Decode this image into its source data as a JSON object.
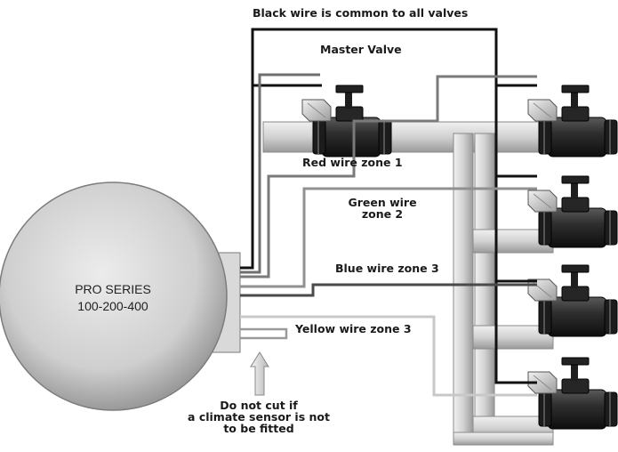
{
  "controller": {
    "line1": "PRO SERIES",
    "line2": "100-200-400"
  },
  "labels": {
    "black_wire": "Black wire is common to all valves",
    "master_valve": "Master Valve",
    "red_wire": "Red wire zone 1",
    "green_wire_1": "Green wire",
    "green_wire_2": "zone 2",
    "blue_wire": "Blue wire zone 3",
    "yellow_wire": "Yellow wire zone 3",
    "note_1": "Do not cut if",
    "note_2": "a climate sensor is not",
    "note_3": "to be fitted"
  },
  "colors": {
    "black_wire": "#111111",
    "red_wire": "#7a7a7a",
    "green_wire": "#909090",
    "blue_wire": "#4a4a4a",
    "yellow_wire": "#c8c8c8",
    "pipe": "#cfcfcf",
    "valve_body": "#2a2a2a"
  }
}
